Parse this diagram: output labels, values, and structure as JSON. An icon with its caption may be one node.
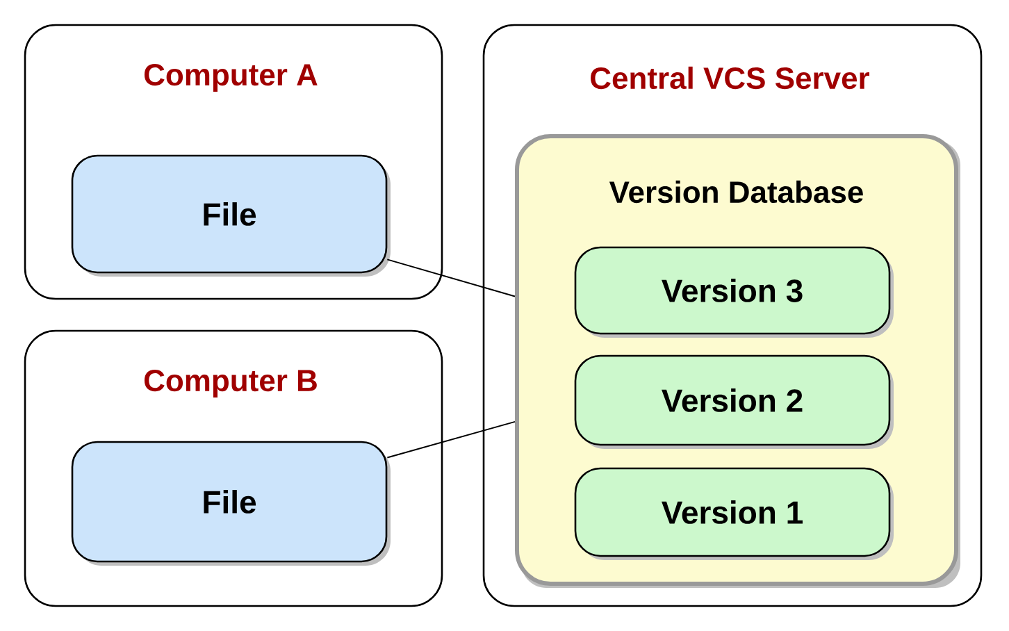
{
  "diagram": {
    "nodes": [
      {
        "text": [
          "Computer A"
        ]
      },
      {
        "text": [
          "File"
        ],
        "in": 0
      },
      {
        "text": [
          "Computer B"
        ]
      },
      {
        "text": [
          "File"
        ],
        "in": 2
      },
      {
        "text": [
          "Central VCS Server"
        ]
      },
      {
        "text": [
          "Version Database"
        ],
        "in": 4
      },
      {
        "text": [
          "Version 3"
        ],
        "in": 5
      },
      {
        "text": [
          "Version 2"
        ],
        "in": 5
      },
      {
        "text": [
          "Version 1"
        ],
        "in": 5
      }
    ],
    "edges": [
      {
        "from": 1,
        "to": 5,
        "arrow": "none"
      },
      {
        "from": 3,
        "to": 5,
        "arrow": "none"
      }
    ]
  }
}
